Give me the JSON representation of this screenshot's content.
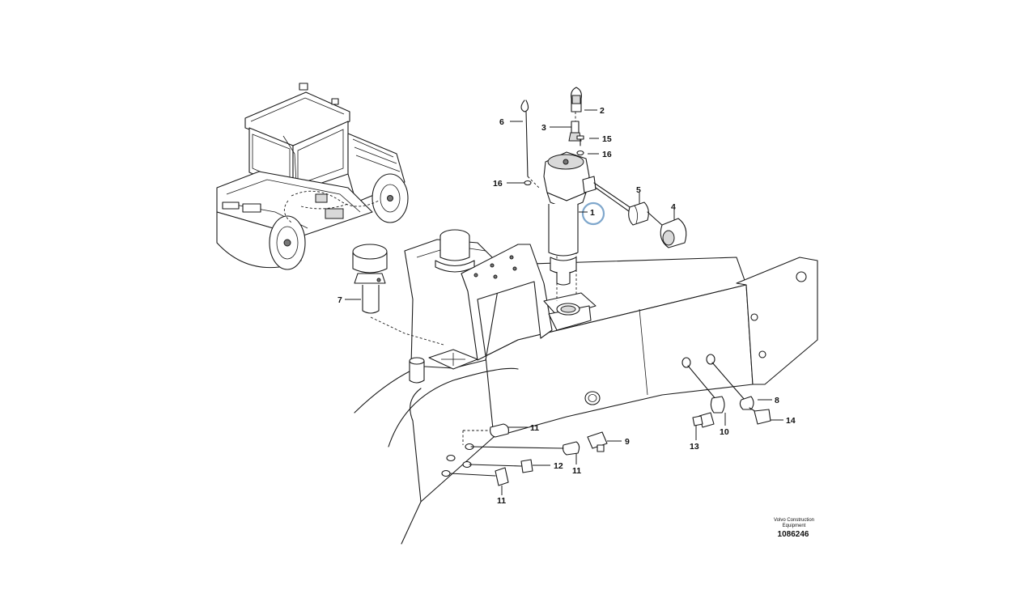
{
  "callouts": {
    "c1": "1",
    "c2": "2",
    "c3": "3",
    "c4": "4",
    "c5": "5",
    "c6": "6",
    "c7": "7",
    "c8": "8",
    "c9": "9",
    "c10": "10",
    "c11a": "11",
    "c11b": "11",
    "c11c": "11",
    "c12": "12",
    "c13": "13",
    "c14": "14",
    "c15": "15",
    "c16a": "16",
    "c16b": "16"
  },
  "title_block": {
    "manufacturer_line1": "Volvo Construction",
    "manufacturer_line2": "Equipment",
    "drawing_number": "1086246"
  },
  "highlight": {
    "callout": "1",
    "color": "#7fa7cc"
  }
}
